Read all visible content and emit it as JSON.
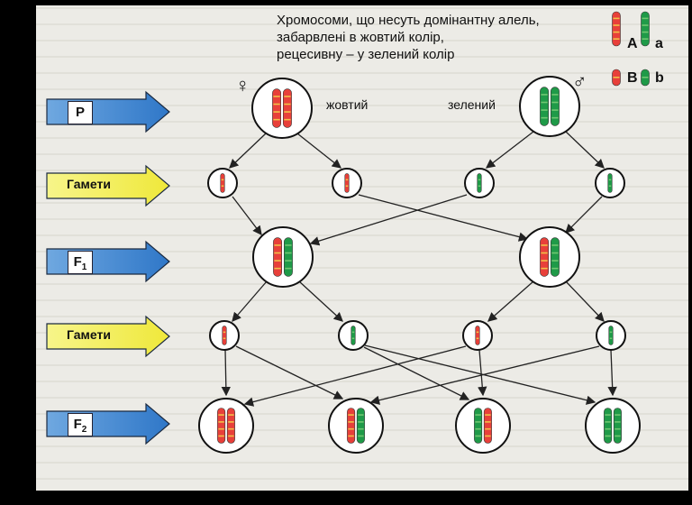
{
  "caption": {
    "line1": "Хромосоми, що несуть домінантну алель,",
    "line2": "забарвлені в жовтий колір,",
    "line3": "рецесивну – у зелений колір"
  },
  "symbols": {
    "female": "♀",
    "male": "♂"
  },
  "legend": {
    "row1": {
      "dominant": "A",
      "recessive": "a"
    },
    "row2": {
      "dominant": "B",
      "recessive": "b"
    }
  },
  "labels": {
    "yellow": "жовтий",
    "green": "зелений"
  },
  "rows": {
    "p": "P",
    "gametes1": "Гамети",
    "f1": "F",
    "f1_sub": "1",
    "gametes2": "Гамети",
    "f2": "F",
    "f2_sub": "2"
  },
  "colors": {
    "dominant_red": "#e8403a",
    "dominant_yellow": "#f2d84a",
    "recessive_green": "#1f9a48",
    "arrow_blue": "#2f77c8",
    "arrow_yellow": "#f4f04a",
    "page": "#ecebe6"
  }
}
